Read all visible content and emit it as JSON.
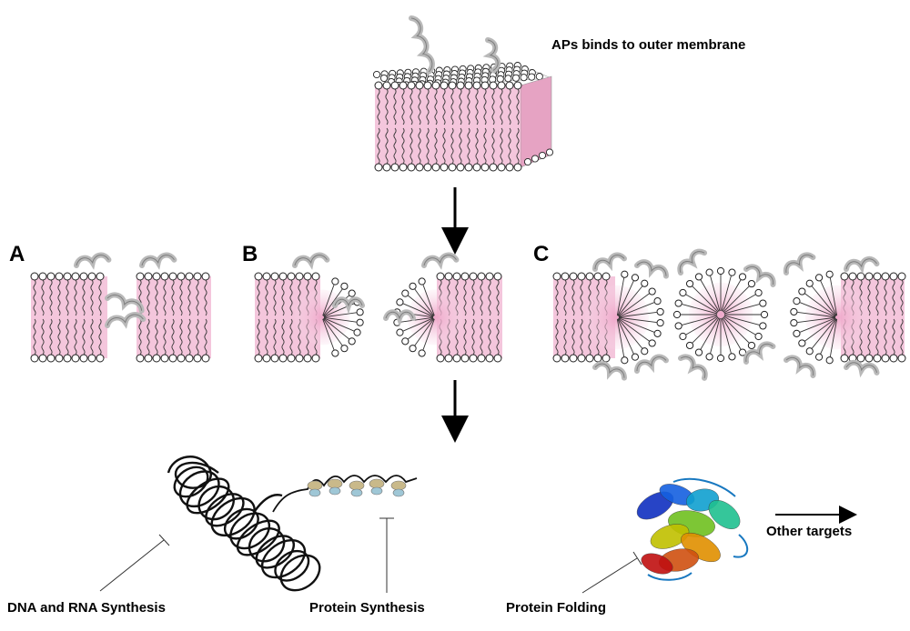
{
  "labels": {
    "binding": "APs binds to outer membrane",
    "panel_a": "A",
    "panel_b": "B",
    "panel_c": "C",
    "dna_rna": "DNA and RNA Synthesis",
    "protein_synthesis": "Protein Synthesis",
    "protein_folding": "Protein Folding",
    "other_targets": "Other targets"
  },
  "colors": {
    "membrane_fill": "#f4c6dc",
    "membrane_core": "#eea5c8",
    "lipid_line": "#333333",
    "helix": "#b9b9b9",
    "arrow": "#000000"
  }
}
